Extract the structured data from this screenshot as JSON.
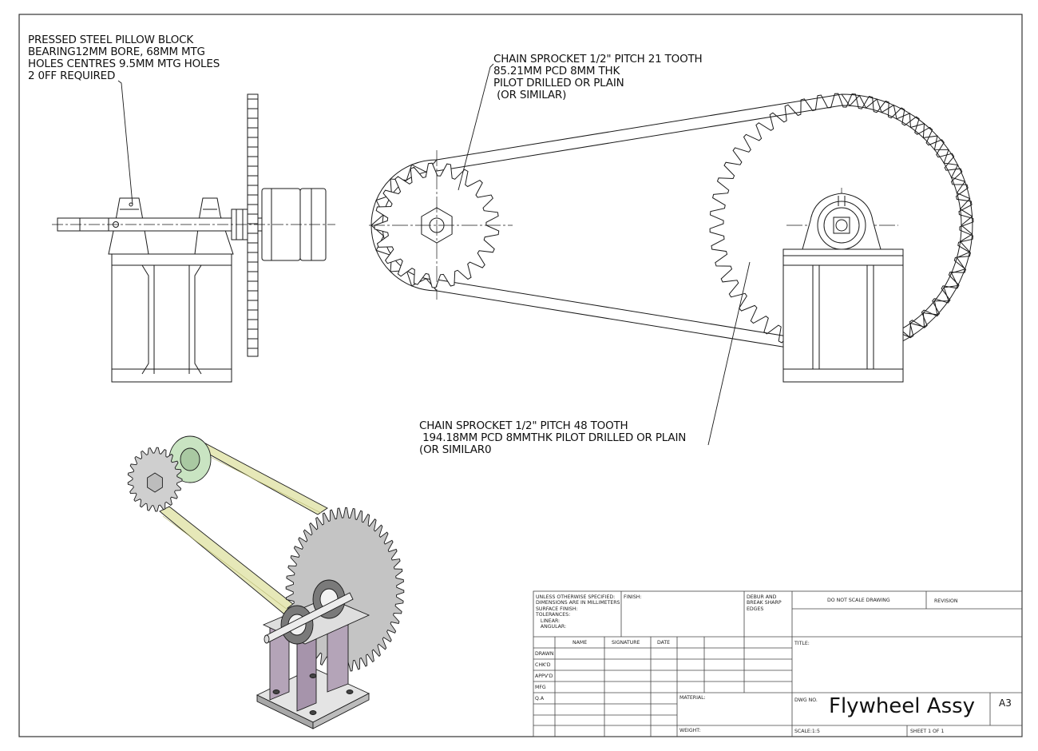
{
  "notes": {
    "pillow_block": "PRESSED STEEL PILLOW BLOCK\nBEARING12MM BORE, 68MM MTG\nHOLES CENTRES 9.5MM MTG HOLES\n2 0FF REQUIRED",
    "small_sprocket": "CHAIN SPROCKET 1/2\" PITCH 21 TOOTH\n85.21MM PCD 8MM THK\nPILOT DRILLED OR PLAIN\n (OR SIMILAR)",
    "large_sprocket": "CHAIN SPROCKET 1/2\" PITCH 48 TOOTH\n 194.18MM PCD 8MMTHK PILOT DRILLED OR PLAIN\n(OR SIMILAR0"
  },
  "title_block": {
    "unless_specified": "UNLESS OTHERWISE SPECIFIED:\nDIMENSIONS ARE IN MILLIMETERS\nSURFACE FINISH:\nTOLERANCES:\n   LINEAR:\n   ANGULAR:",
    "finish": "FINISH:",
    "deburr": "DEBUR AND\nBREAK SHARP\nEDGES",
    "do_not_scale": "DO NOT SCALE DRAWING",
    "revision": "REVISION",
    "headers": {
      "name": "NAME",
      "signature": "SIGNATURE",
      "date": "DATE"
    },
    "rows": [
      "DRAWN",
      "CHK'D",
      "APPV'D",
      "MFG",
      "Q.A"
    ],
    "material": "MATERIAL:",
    "weight": "WEIGHT:",
    "title_label": "TITLE:",
    "dwg_no_label": "DWG NO.",
    "drawing_title": "Flywheel Assy",
    "sheet_size": "A3",
    "scale": "SCALE:1:5",
    "sheet": "SHEET 1 OF 1"
  },
  "colors": {
    "line": "#1a1a1a",
    "chain_fill": "#e6e8b8",
    "hub_fill": "#c9e4c2",
    "sprocket_fill": "#c4c4c4",
    "frame_fill": "#b4a4b8"
  }
}
